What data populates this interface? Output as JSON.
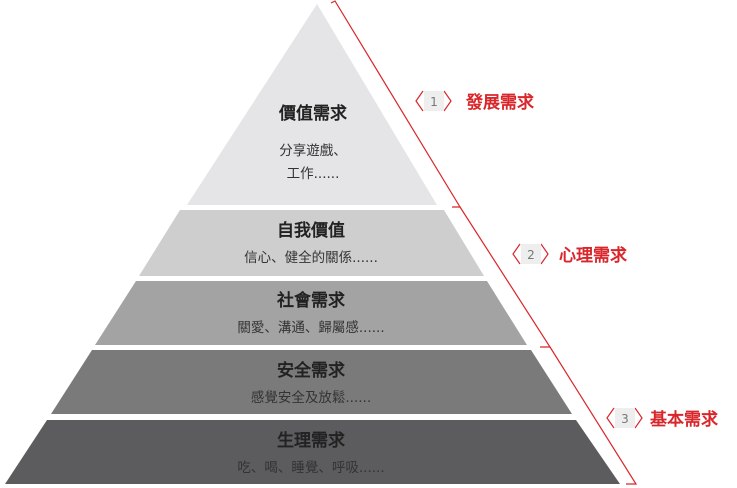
{
  "pyramid": {
    "tiers": [
      {
        "title": "價值需求",
        "lines": [
          "分享遊戲、",
          "工作......"
        ],
        "color": "#e5e4e6"
      },
      {
        "title": "自我價值",
        "lines": [
          "信心、健全的關係......"
        ],
        "color": "#cfcecf"
      },
      {
        "title": "社會需求",
        "lines": [
          "關愛、溝通、歸屬感......"
        ],
        "color": "#a4a3a4"
      },
      {
        "title": "安全需求",
        "lines": [
          "感覺安全及放鬆......"
        ],
        "color": "#7b7a7b"
      },
      {
        "title": "生理需求",
        "lines": [
          "吃、喝、睡覺、呼吸......"
        ],
        "color": "#5c5b5d"
      }
    ]
  },
  "categories": [
    {
      "number": "1",
      "label": "發展需求"
    },
    {
      "number": "2",
      "label": "心理需求"
    },
    {
      "number": "3",
      "label": "基本需求"
    }
  ],
  "colors": {
    "accent": "#d9262b",
    "title_text": "#222222",
    "desc_text": "#333333",
    "number_text": "#777777"
  }
}
